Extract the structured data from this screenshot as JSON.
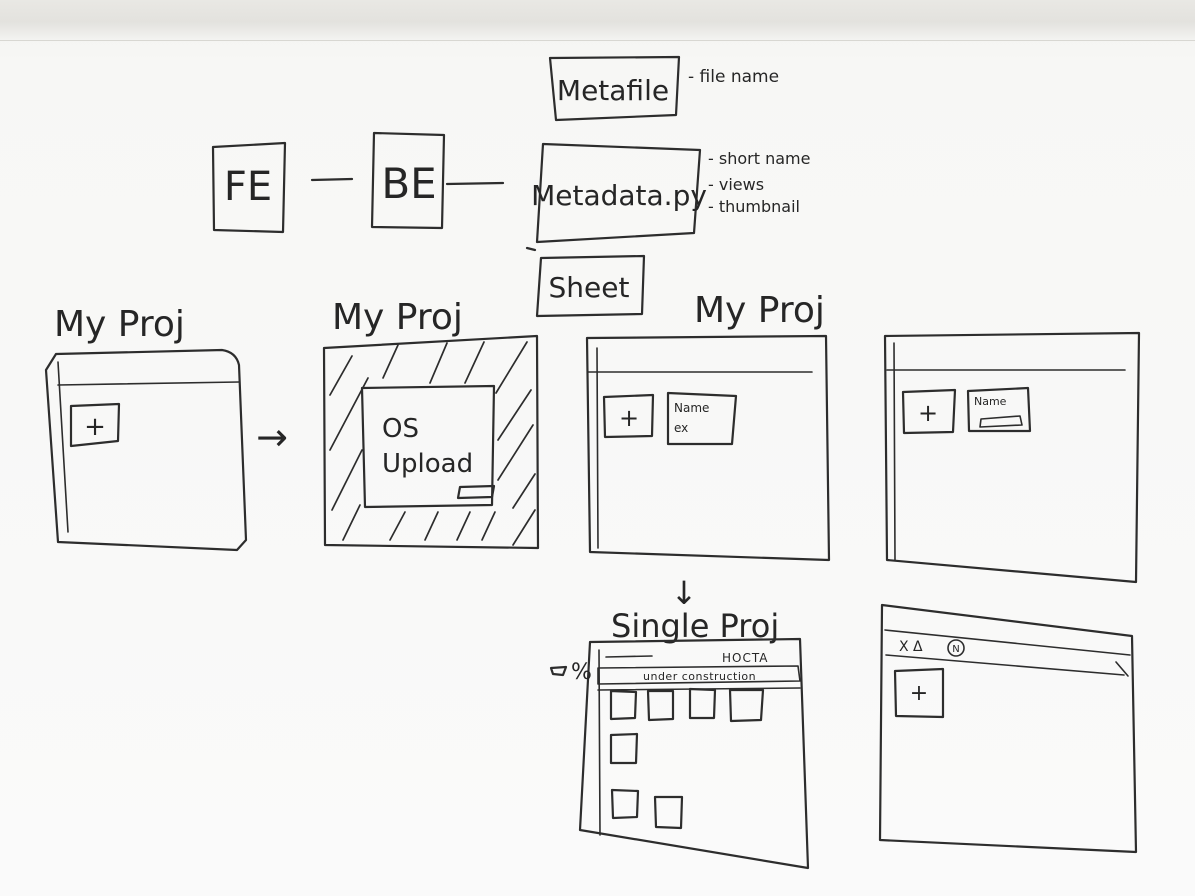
{
  "architecture": {
    "fe_label": "FE",
    "be_label": "BE",
    "metafile_label": "Metafile",
    "metafile_note": "- file name",
    "metadata_label": "Metadata.py",
    "metadata_notes": [
      "- short name",
      "- views",
      "- thumbnail"
    ],
    "sheet_label": "Sheet"
  },
  "frames": {
    "frame1_title": "My Proj",
    "frame1_plus": "+",
    "frame2_title": "My Proj",
    "frame2_dialog_line1": "OS",
    "frame2_dialog_line2": "Upload",
    "frame3_title": "My Proj",
    "frame3_plus": "+",
    "frame3_card_line1": "Name",
    "frame3_card_line2": "ex",
    "frame4_plus": "+",
    "frame4_card_label": "Name",
    "frame5_title": "Single Proj",
    "frame5_header_right": "HOCTA",
    "frame5_banner": "under construction",
    "frame5_left_mark": "%",
    "frame6_toolbar": "X Δ",
    "frame6_toolbar_badge": "N",
    "frame6_plus": "+"
  },
  "arrows": {
    "flow_arrow": "→",
    "down_arrow": "↓"
  }
}
